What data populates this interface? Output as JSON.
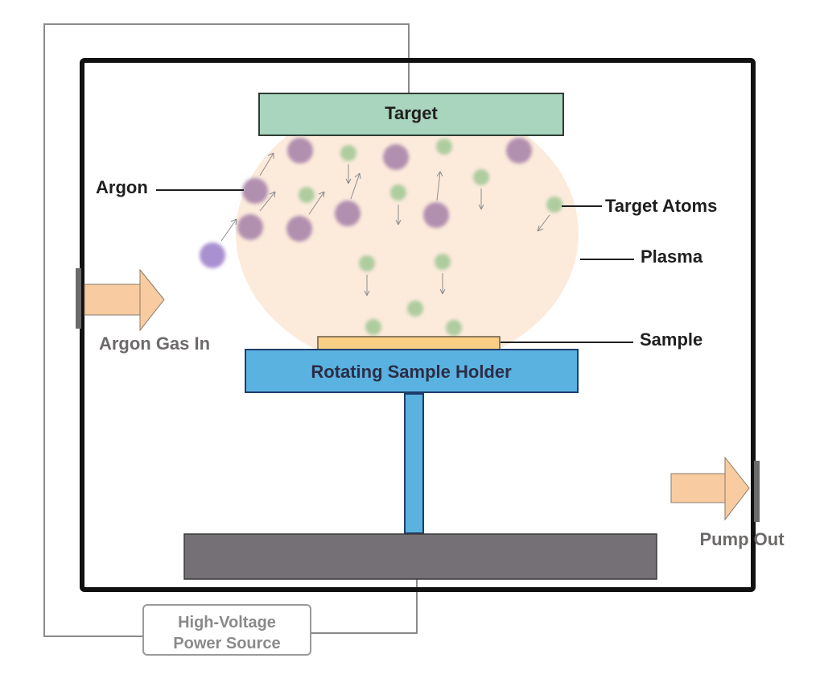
{
  "labels": {
    "target": "Target",
    "argon": "Argon",
    "target_atoms": "Target Atoms",
    "plasma": "Plasma",
    "argon_gas_in": "Argon Gas In",
    "sample": "Sample",
    "holder": "Rotating Sample Holder",
    "pump_out": "Pump Out",
    "power_line1": "High-Voltage",
    "power_line2": "Power Source"
  },
  "colors": {
    "chamber_border": "#111111",
    "target_fill": "#a9d4bd",
    "holder_fill": "#5ab2e0",
    "sample_fill": "#f8cf85",
    "base_fill": "#757075",
    "plasma_fill": "#fcebdb",
    "argon_atom": "#a57fa8",
    "target_atom": "#a6c99a",
    "arrow_fill": "#f8cca0",
    "wire": "#8a8a8a",
    "label_dark": "#1f1f1f",
    "label_gray": "#6e6a6a"
  }
}
